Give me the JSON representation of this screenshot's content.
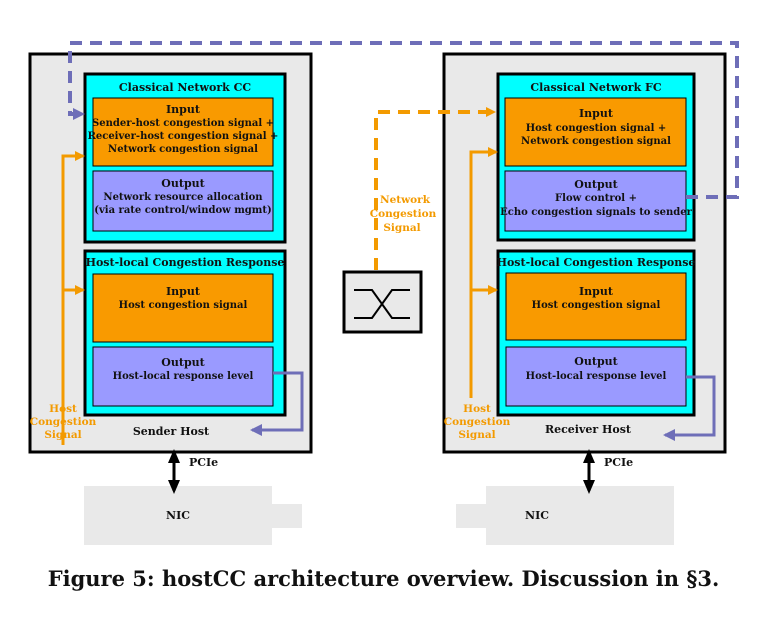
{
  "colors": {
    "host_bg": "#e9e9e9",
    "module_bg": "#00ffff",
    "input_bg": "#f99a00",
    "output_bg": "#9a9aff",
    "orange_arrow": "#f39a00",
    "purple_arrow": "#6e6eb8",
    "nic_bg": "#e9e9e9"
  },
  "sender": {
    "host_label": "Sender Host",
    "cc_module": {
      "title": "Classical Network CC",
      "input_title": "Input",
      "input_lines": [
        "Sender-host congestion signal +",
        "Receiver-host congestion signal +",
        "Network congestion signal"
      ],
      "output_title": "Output",
      "output_lines": [
        "Network resource allocation",
        "(via rate control/window mgmt)"
      ]
    },
    "hostlocal_module": {
      "title": "Host-local Congestion Response",
      "input_title": "Input",
      "input_lines": [
        "Host congestion signal"
      ],
      "output_title": "Output",
      "output_lines": [
        "Host-local response level"
      ]
    },
    "signal_label": [
      "Host",
      "Congestion",
      "Signal"
    ],
    "link_label": "PCIe",
    "nic_label": "NIC"
  },
  "receiver": {
    "host_label": "Receiver Host",
    "cc_module": {
      "title": "Classical Network FC",
      "input_title": "Input",
      "input_lines": [
        "Host congestion signal +",
        "Network congestion signal"
      ],
      "output_title": "Output",
      "output_lines": [
        "Flow control +",
        "Echo congestion signals to sender"
      ]
    },
    "hostlocal_module": {
      "title": "Host-local Congestion Response",
      "input_title": "Input",
      "input_lines": [
        "Host congestion signal"
      ],
      "output_title": "Output",
      "output_lines": [
        "Host-local response level"
      ]
    },
    "signal_label": [
      "Host",
      "Congestion",
      "Signal"
    ],
    "link_label": "PCIe",
    "nic_label": "NIC"
  },
  "switch": {
    "icon": "network-switch-icon",
    "signal_label": [
      "Network",
      "Congestion",
      "Signal"
    ]
  },
  "caption": "Figure 5: hostCC architecture overview. Discussion in §3."
}
